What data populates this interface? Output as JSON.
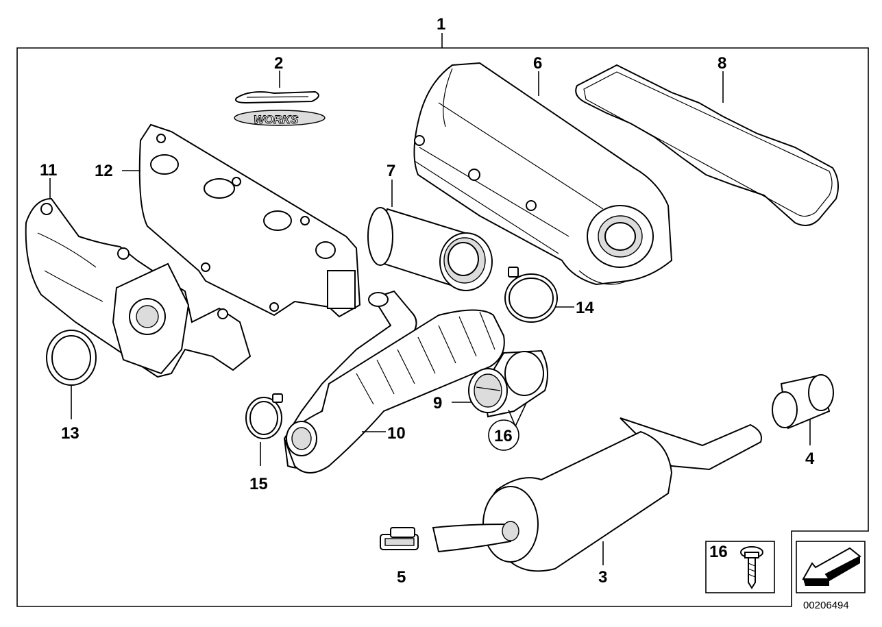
{
  "diagram": {
    "document_number": "00206494",
    "labels": {
      "1": "1",
      "2": "2",
      "3": "3",
      "4": "4",
      "5": "5",
      "6": "6",
      "7": "7",
      "8": "8",
      "9": "9",
      "10": "10",
      "11": "11",
      "12": "12",
      "13": "13",
      "14": "14",
      "15": "15",
      "16_ring": "16",
      "16_box": "16"
    },
    "logo_text": "WORKS"
  }
}
